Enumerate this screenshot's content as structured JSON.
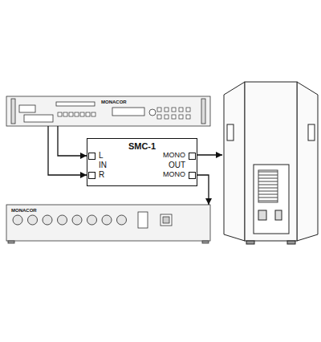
{
  "diagram": {
    "nodes": [
      {
        "text": [
          "MONACOR"
        ]
      },
      {
        "text": [
          "SMC-1",
          "L",
          "IN",
          "R",
          "MONO",
          "OUT",
          "MONO"
        ]
      },
      {
        "text": [
          "MONACOR"
        ]
      }
    ],
    "edges": [
      {
        "from": 0,
        "to": 1,
        "arrow": "to"
      },
      {
        "from": 0,
        "to": 1,
        "arrow": "to"
      },
      {
        "from": 1,
        "to": 2,
        "arrow": "to"
      }
    ]
  }
}
